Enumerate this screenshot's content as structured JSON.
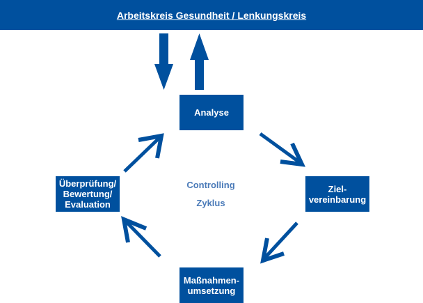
{
  "header": {
    "title": "Arbeitskreis Gesundheit / Lenkungskreis"
  },
  "boxes": {
    "analyse": "Analyse",
    "zielvereinbarung": "Ziel-\nvereinbarung",
    "massnahmen": "Maßnahmen-\numsetzung",
    "ueberpruefung": "Überprüfung/\nBewertung/\nEvaluation"
  },
  "center": {
    "line1": "Controlling",
    "line2": "Zyklus"
  },
  "colors": {
    "primary": "#00509e",
    "center_text": "#4a7ab8"
  }
}
